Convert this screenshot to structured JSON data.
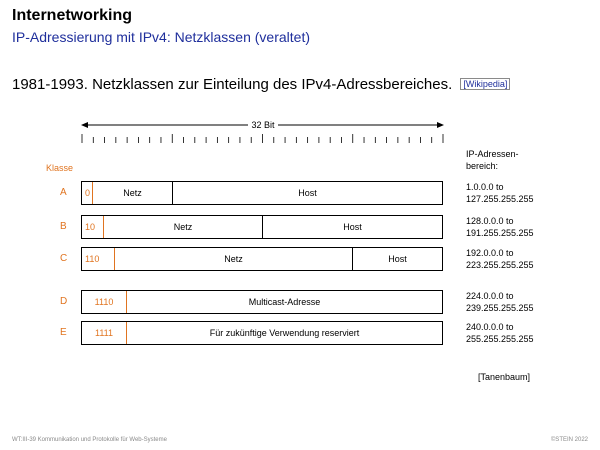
{
  "header": {
    "title": "Internetworking",
    "subtitle": "IP-Adressierung mit IPv4: Netzklassen (veraltet)"
  },
  "lead": {
    "text": "1981-1993. Netzklassen zur Einteilung des IPv4-Adressbereiches.",
    "link": "[Wikipedia]"
  },
  "diagram": {
    "scale_label": "32 Bit",
    "klasse_label": "Klasse",
    "range_header": [
      "IP-Adressen-",
      "bereich:"
    ],
    "rows": [
      {
        "cls": "A",
        "prefix": "0",
        "net": "Netz",
        "host": "Host",
        "range": [
          "1.0.0.0 to",
          "127.255.255.255"
        ]
      },
      {
        "cls": "B",
        "prefix": "10",
        "net": "Netz",
        "host": "Host",
        "range": [
          "128.0.0.0 to",
          "191.255.255.255"
        ]
      },
      {
        "cls": "C",
        "prefix": "110",
        "net": "Netz",
        "host": "Host",
        "range": [
          "192.0.0.0 to",
          "223.255.255.255"
        ]
      },
      {
        "cls": "D",
        "prefix": "1110",
        "label": "Multicast-Adresse",
        "range": [
          "224.0.0.0 to",
          "239.255.255.255"
        ]
      },
      {
        "cls": "E",
        "prefix": "1111",
        "label": "Für zukünftige Verwendung reserviert",
        "range": [
          "240.0.0.0 to",
          "255.255.255.255"
        ]
      }
    ],
    "source": "[Tanenbaum]"
  },
  "footer": {
    "left": "WT:III-39   Kommunikation und Protokolle für Web-Systeme",
    "right": "©STEIN 2022"
  },
  "colors": {
    "accent": "#e07420",
    "link": "#1f2f9c"
  }
}
